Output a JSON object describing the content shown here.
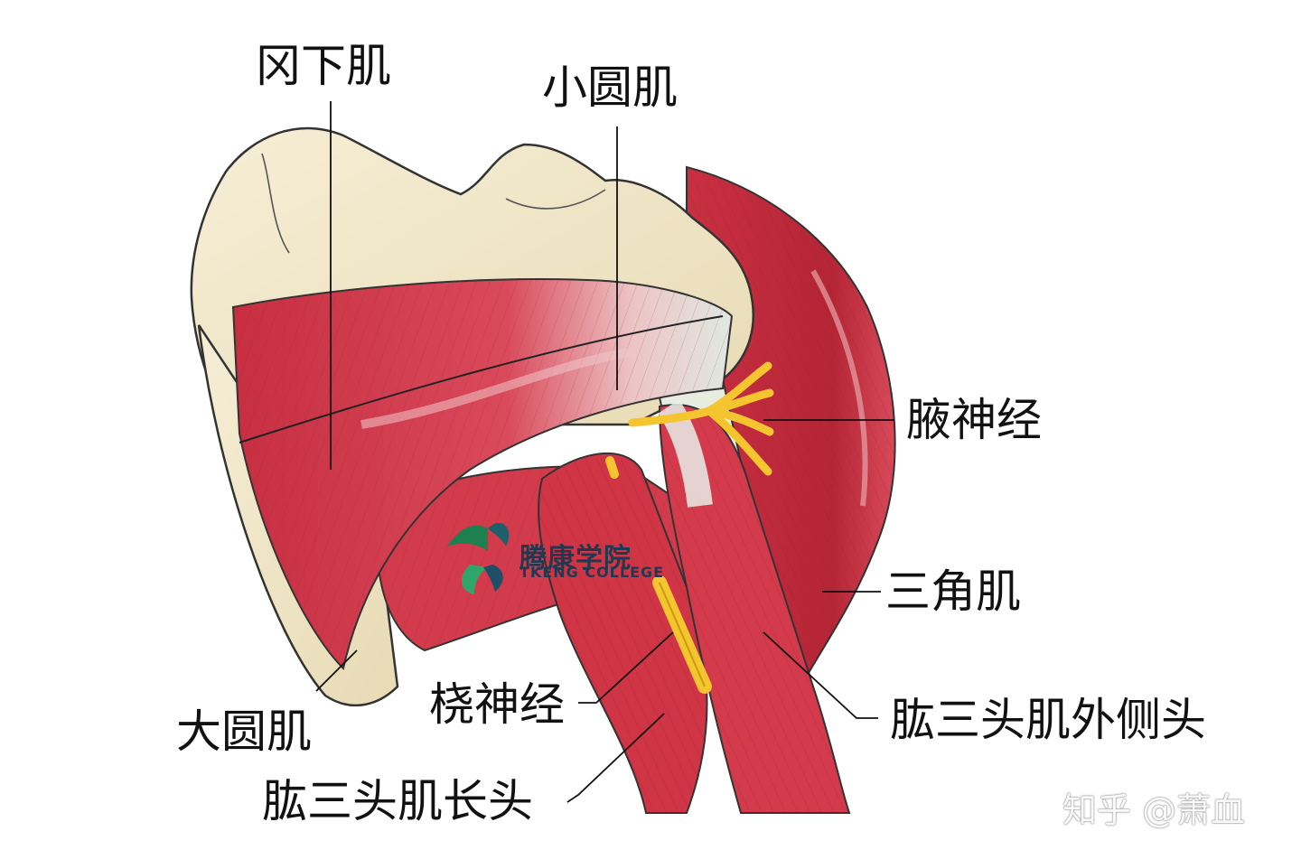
{
  "labels": {
    "infraspinatus": "冈下肌",
    "teres_minor": "小圆肌",
    "axillary_nerve": "腋神经",
    "deltoid": "三角肌",
    "teres_major": "大圆肌",
    "radial_nerve": "桡神经",
    "triceps_lateral_head": "肱三头肌外侧头",
    "triceps_long_head": "肱三头肌长头"
  },
  "watermark": {
    "name": "腾康学院",
    "subtitle": "TKENG COLLEGE",
    "credit": "知乎 @萧血"
  },
  "colors": {
    "muscle": "#d2394a",
    "muscle_dark": "#a8202f",
    "bone": "#efe4c4",
    "tendon": "#dfe9e2",
    "nerve": "#f5c530",
    "leader": "#111111"
  }
}
